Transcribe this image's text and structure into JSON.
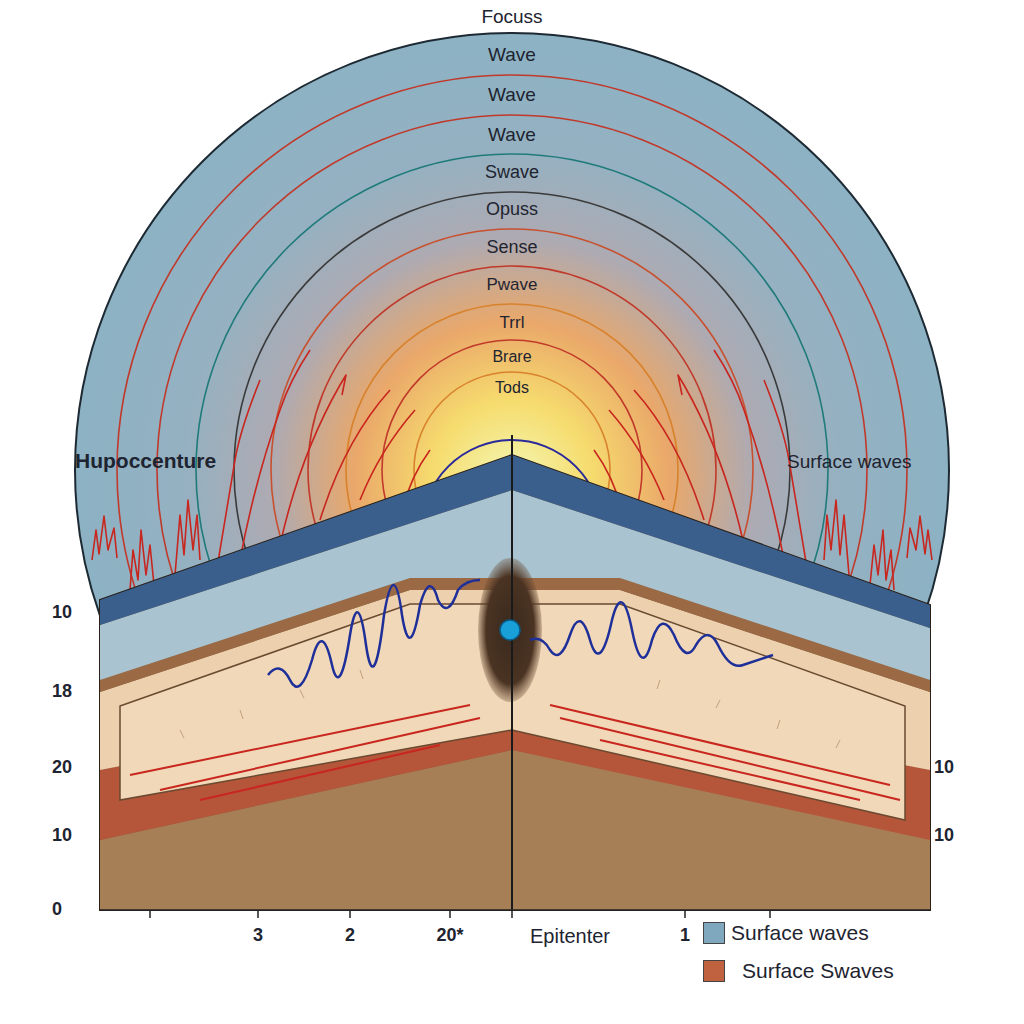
{
  "diagram": {
    "labels": [
      "Focuss",
      "Wave",
      "Wave",
      "Wave",
      "Swave",
      "Opuss",
      "Sense",
      "Pwave",
      "Trrl",
      "Brare",
      "Tods",
      "Hupoccenture",
      "Surface waves",
      "10",
      "18",
      "20",
      "10",
      "0",
      "10",
      "10",
      "3",
      "2",
      "20*",
      "Epitenter",
      "1"
    ],
    "legend": [
      {
        "text": "Surface waves",
        "color": "#7fa7bd"
      },
      {
        "text": "Surface Swaves",
        "color": "#c0623f"
      }
    ]
  }
}
